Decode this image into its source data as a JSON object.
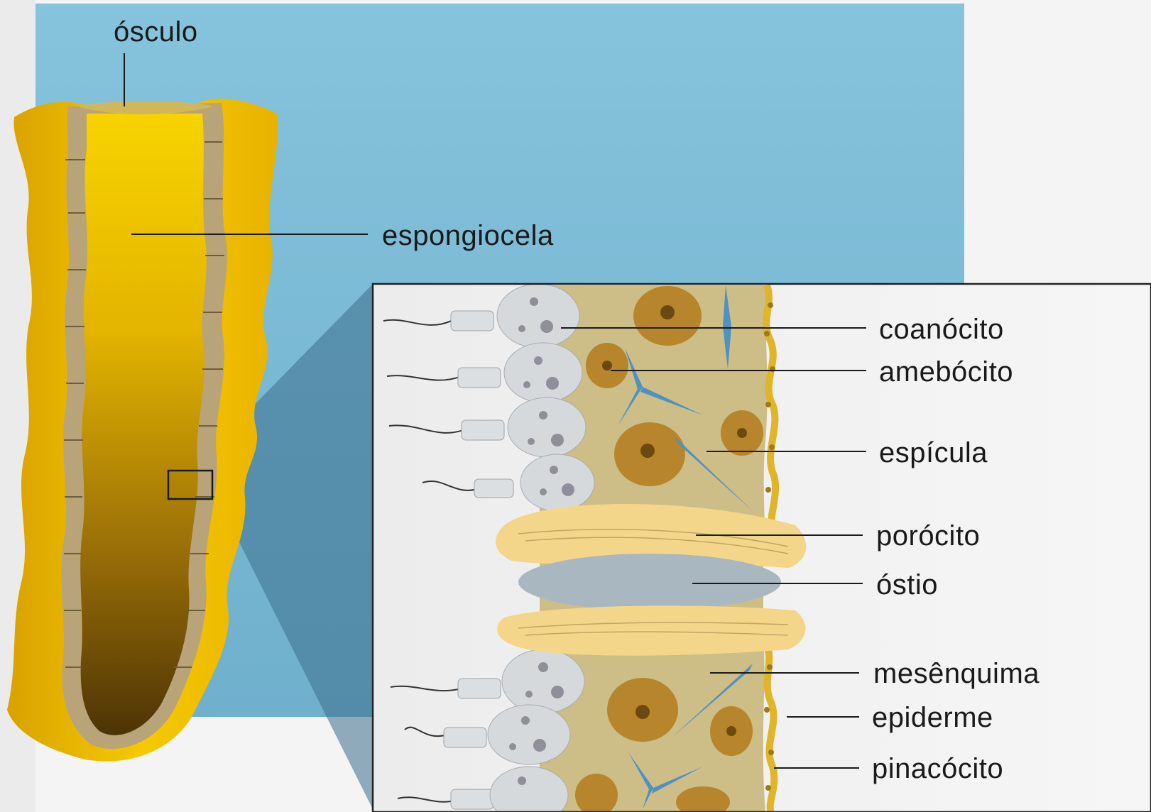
{
  "labels": {
    "osculo": "ósculo",
    "espongiocela": "espongiocela",
    "coanocito": "coanócito",
    "amebocito": "amebócito",
    "espicula": "espícula",
    "porocito": "porócito",
    "ostio": "óstio",
    "mesenquima": "mesênquima",
    "epiderme": "epiderme",
    "pinacocito": "pinacócito"
  },
  "colors": {
    "background_blue": "#7ebcd6",
    "sponge_yellow": "#f2c200",
    "cavity_brown": "#7a5708",
    "mesenchyme": "#cdbd86",
    "amebocyte": "#b7852b",
    "spicule": "#4f91c0",
    "porocyte": "#f4d68a",
    "choanocyte": "#d6d9dc",
    "ostium": "#a9b7c0"
  }
}
